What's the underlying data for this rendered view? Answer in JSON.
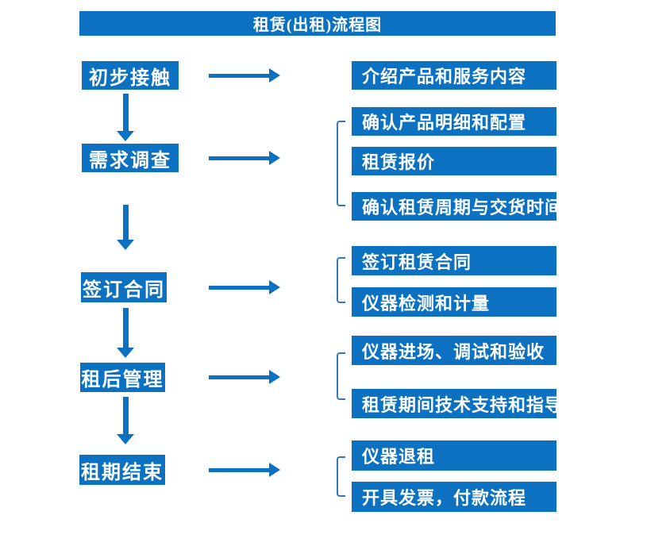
{
  "title": "租赁(出租)流程图",
  "colors": {
    "box_blue": "#0b71c0",
    "bracket_blue": "#3677bc",
    "text_white": "#ffffff",
    "background": "#ffffff"
  },
  "steps": [
    {
      "label": "初步接触",
      "details": [
        "介绍产品和服务内容"
      ]
    },
    {
      "label": "需求调查",
      "details": [
        "确认产品明细和配置",
        "租赁报价",
        "确认租赁周期与交货时间"
      ]
    },
    {
      "label": "签订合同",
      "details": [
        "签订租赁合同",
        "仪器检测和计量"
      ]
    },
    {
      "label": "租后管理",
      "details": [
        "仪器进场、调试和验收",
        "租赁期间技术支持和指导"
      ]
    },
    {
      "label": "租期结束",
      "details": [
        "仪器退租",
        "开具发票，付款流程"
      ]
    }
  ]
}
